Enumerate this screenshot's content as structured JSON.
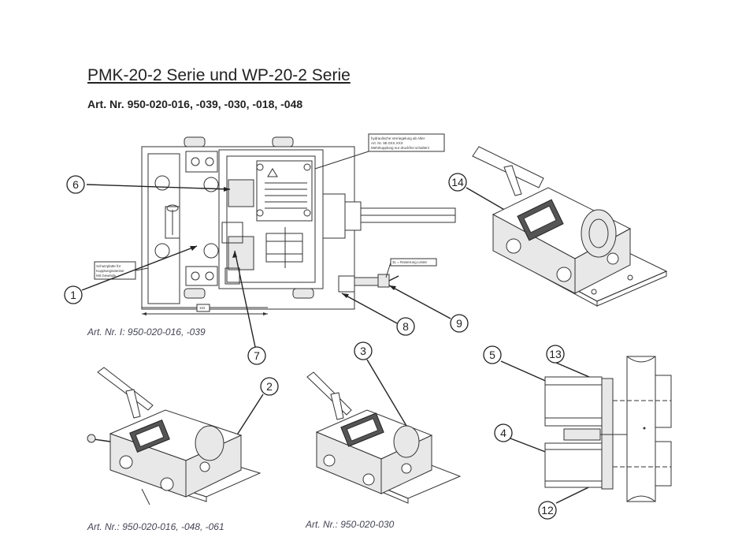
{
  "document": {
    "title": "PMK-20-2 Serie und WP-20-2 Serie",
    "subtitle": "Art. Nr. 950-020-016, -039, -030, -018, -048"
  },
  "captions": {
    "main_drawing": "Art. Nr.  I: 950-020-016, -039",
    "view_bottom_left": "Art. Nr.: 950-020-016, -048, -061",
    "view_bottom_middle": "Art. Nr.: 950-020-030"
  },
  "callouts": [
    "1",
    "2",
    "3",
    "4",
    "5",
    "6",
    "7",
    "8",
    "9",
    "12",
    "13",
    "14"
  ],
  "drawing_labels": {
    "hydraulic_note_1": "hydraulische Verriegelung ab Alter",
    "hydraulic_note_2": "Art. Nr. 9E.0XX.XXX",
    "hydraulic_note_3": "Mehrkupplung nur druckfrei schalten!",
    "left_note_1": "Schutzplatte für",
    "left_note_2": "Kupplungsstecker",
    "left_note_3": "Mit Gewinde",
    "rail_note": "3L = Rasterung Leiste",
    "dim_bottom": "102"
  }
}
